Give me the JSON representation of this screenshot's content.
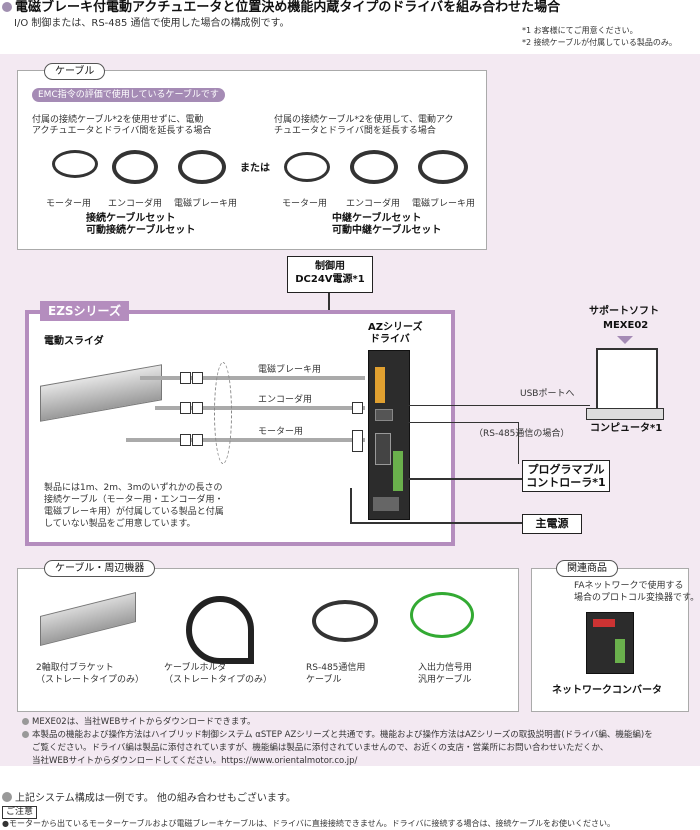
{
  "header": {
    "title": "電磁ブレーキ付電動アクチュエータと位置決め機能内蔵タイプのドライバを組み合わせた場合",
    "subtitle": "I/O 制御または、RS-485 通信で使用した場合の構成例です。",
    "note1": "*1 お客様にてご用意ください。",
    "note2": "*2 接続ケーブルが付属している製品のみ。"
  },
  "cable_section": {
    "tab": "ケーブル",
    "emc_badge": "EMC指令の評価で使用しているケーブルです",
    "left_desc_1": "付属の接続ケーブル*2を使用せずに、電動",
    "left_desc_2": "アクチュエータとドライバ間を延長する場合",
    "right_desc_1": "付属の接続ケーブル*2を使用して、電動アク",
    "right_desc_2": "チュエータとドライバ間を延長する場合",
    "or": "または",
    "left_labels": [
      "モーター用",
      "エンコーダ用",
      "電磁ブレーキ用"
    ],
    "right_labels": [
      "モーター用",
      "エンコーダ用",
      "電磁ブレーキ用"
    ],
    "left_set_1": "接続ケーブルセット",
    "left_set_2": "可動接続ケーブルセット",
    "right_set_1": "中継ケーブルセット",
    "right_set_2": "可動中継ケーブルセット"
  },
  "power_control": {
    "line1": "制御用",
    "line2": "DC24V電源*1"
  },
  "ezs": {
    "tab": "EZSシリーズ",
    "slider_label": "電動スライダ",
    "brake_label": "電磁ブレーキ用",
    "encoder_label": "エンコーダ用",
    "motor_label": "モーター用",
    "desc": [
      "製品には1m、2m、3mのいずれかの長さの",
      "接続ケーブル（モーター用・エンコーダ用・",
      "電磁ブレーキ用）が付属している製品と付属",
      "していない製品をご用意しています。"
    ]
  },
  "driver": {
    "line1": "AZシリーズ",
    "line2": "ドライバ"
  },
  "support": {
    "line1": "サポートソフト",
    "line2": "MEXE02"
  },
  "usb_label": "USBポートへ",
  "computer_label": "コンピュータ*1",
  "rs485_label": "（RS-485通信の場合）",
  "plc": {
    "line1": "プログラマブル",
    "line2": "コントローラ*1"
  },
  "main_power": "主電源",
  "peripheral": {
    "tab": "ケーブル・周辺機器",
    "items": [
      {
        "line1": "2軸取付ブラケット",
        "line2": "（ストレートタイプのみ）"
      },
      {
        "line1": "ケーブルホルダ",
        "line2": "（ストレートタイプのみ）"
      },
      {
        "line1": "RS-485通信用",
        "line2": "ケーブル"
      },
      {
        "line1": "入出力信号用",
        "line2": "汎用ケーブル"
      }
    ]
  },
  "related": {
    "tab": "関連商品",
    "desc_1": "FAネットワークで使用する",
    "desc_2": "場合のプロトコル変換器です。",
    "product": "ネットワークコンバータ"
  },
  "notes": {
    "n1": "MEXE02は、当社WEBサイトからダウンロードできます。",
    "n2_1": "本製品の機能および操作方法はハイブリッド制御システム αSTEP AZシリーズと共通です。機能および操作方法はAZシリーズの取扱説明書(ドライバ編、機能編)を",
    "n2_2": "ご覧ください。ドライバ編は製品に添付されていますが、機能編は製品に添付されていませんので、お近くの支店・営業所にお問い合わせいただくか、",
    "n2_3": "当社WEBサイトからダウンロードしてください。https://www.orientalmotor.co.jp/"
  },
  "footer": {
    "example": "上記システム構成は一例です。 他の組み合わせもございます。",
    "caution_label": "ご注意",
    "caution_text": "●モーターから出ているモーターケーブルおよび電磁ブレーキケーブルは、ドライバに直接接続できません。ドライバに接続する場合は、接続ケーブルをお使いください。"
  },
  "colors": {
    "accent": "#b48dbe",
    "background": "#f3e9f2",
    "badge": "#a58bb5"
  }
}
